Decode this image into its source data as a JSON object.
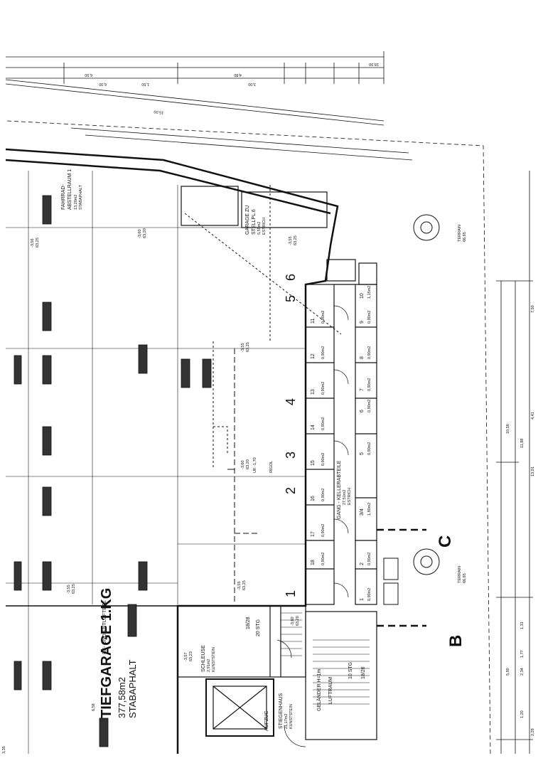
{
  "garage": {
    "be_label": "BE- UND ENTLÜFTETE",
    "title": "TIEFGARAGE 1.KG",
    "area": "377,58m2",
    "floor": "STABAPHALT"
  },
  "parking_numbers": [
    "1",
    "2",
    "3",
    "4",
    "5",
    "6"
  ],
  "cellars": [
    {
      "num": "1",
      "area": "0,90m2"
    },
    {
      "num": "2",
      "area": "0,90m2"
    },
    {
      "num": "3/4",
      "area": "1,80m2"
    },
    {
      "num": "5",
      "area": "0,90m2"
    },
    {
      "num": "6",
      "area": "0,90m2"
    },
    {
      "num": "7",
      "area": "0,90m2"
    },
    {
      "num": "8",
      "area": "0,90m2"
    },
    {
      "num": "9",
      "area": "0,90m2"
    },
    {
      "num": "10",
      "area": "1,15m2"
    },
    {
      "num": "11",
      "area": "0,90m2"
    },
    {
      "num": "12",
      "area": "0,90m2"
    },
    {
      "num": "13",
      "area": "0,90m2"
    },
    {
      "num": "14",
      "area": "0,90m2"
    },
    {
      "num": "15",
      "area": "0,90m2"
    },
    {
      "num": "16",
      "area": "0,90m2"
    },
    {
      "num": "17",
      "area": "0,90m2"
    },
    {
      "num": "18",
      "area": "0,90m2"
    }
  ],
  "rooms": {
    "fahrrad": "FAHRRAD-",
    "abstell": "ABSTELLRAUM 1",
    "abstell_area": "13,20m2",
    "abstell_floor": "STABAPHALT",
    "garage_zu": "GARAGE ZU",
    "stellplatz": "STELLPL.6",
    "stellplatz_area": "5,55m2",
    "stellplatz_floor": "ESTRICH",
    "gang": "GANG - KELLERABTEILE",
    "gang_area": "27,51m2",
    "gang_floor": "ESTRICH",
    "schleuse": "SCHLEUSE",
    "schleuse_area": "2,91m2",
    "schleuse_floor": "KUNSTSTEIN",
    "stiegenhaus": "STIEGENHAUS",
    "stiegenhaus_area": "21,17m2",
    "stiegenhaus_floor": "KUNSTSTEIN",
    "gelaender": "GELÄNDER H=1m",
    "luftraum": "LUFTRAUM",
    "aufzug": "AUFZUG",
    "stg1": "10 STG",
    "stg1_ratio": "18/26",
    "stg2": "20 STG",
    "stg2_ratio": "18/28"
  },
  "terrain": [
    {
      "label": "TERRAIN",
      "value": "66,65"
    },
    {
      "label": "TERRAIN",
      "value": "66,65"
    }
  ],
  "sections": {
    "b": "B",
    "c": "C"
  },
  "levels": {
    "l1": "-3,56",
    "l1b": "63,25",
    "l2": "-3,55",
    "l2b": "63,25",
    "l3": "-3,60",
    "l3b": "63,20",
    "l4": "-3,55",
    "l4b": "63,25",
    "l5": "-3,60",
    "l5b": "63,20",
    "l6": "-3,57",
    "l6b": "63,23",
    "l7": "-3,60",
    "l7b": "63,20",
    "l8": "-3,55",
    "l8b": "63,25",
    "l9": "-3,40",
    "l9b": "63,40",
    "l10": "-3,55",
    "l10b": "63,25",
    "rigol": "RIGOL",
    "uk": "UK -1,70"
  },
  "dims_top": [
    "18,90",
    "6,00",
    "4,80",
    "15,00",
    "3,00",
    "1,50",
    "6,00"
  ],
  "dims_right": [
    "10,56",
    "11,88",
    "13,01",
    "4,41",
    "7,50",
    "1,31",
    "2,34",
    "5,90",
    "1,77",
    "1,20",
    "2,29"
  ],
  "left_edge": "3,35",
  "stair_right": "6,58"
}
